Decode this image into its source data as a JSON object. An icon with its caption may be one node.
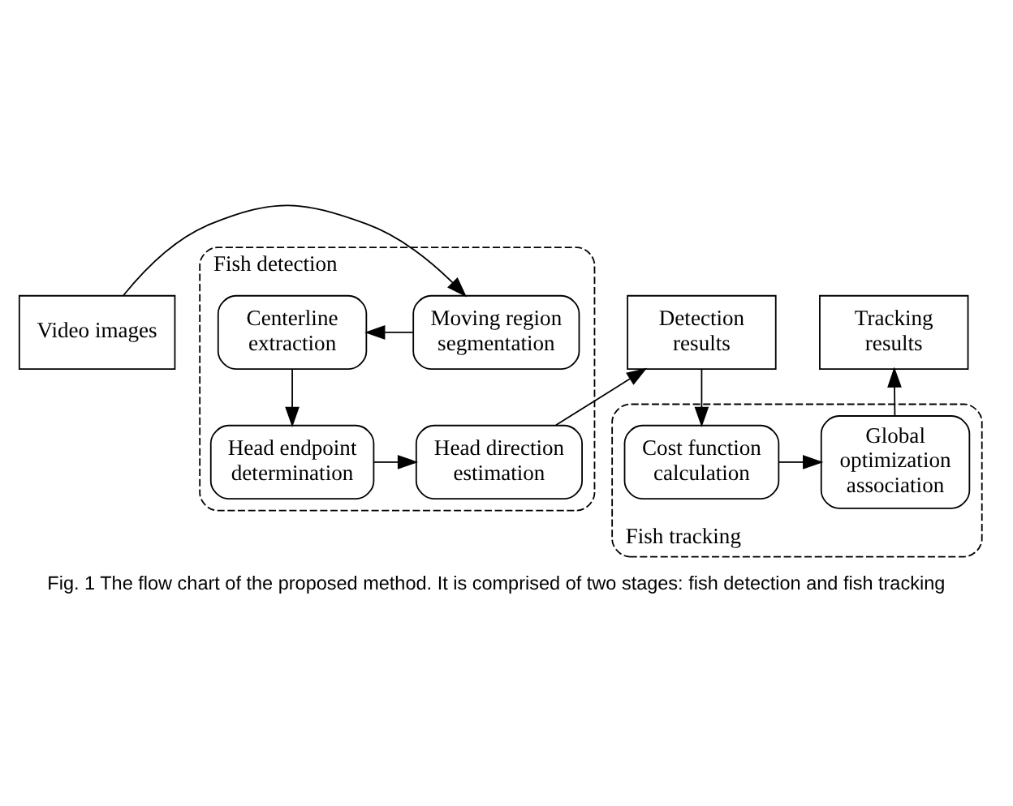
{
  "diagram": {
    "caption": "Fig. 1 The flow chart of the proposed method. It is comprised of two stages: fish detection and fish tracking",
    "nodes": [
      {
        "text": [
          "Video images"
        ]
      },
      {
        "text": [
          "Fish detection"
        ]
      },
      {
        "text": [
          "Moving region segmentation"
        ],
        "in": 1
      },
      {
        "text": [
          "Centerline extraction"
        ],
        "in": 1
      },
      {
        "text": [
          "Head endpoint determination"
        ],
        "in": 1
      },
      {
        "text": [
          "Head direction estimation"
        ],
        "in": 1
      },
      {
        "text": [
          "Detection results"
        ]
      },
      {
        "text": [
          "Fish tracking"
        ]
      },
      {
        "text": [
          "Cost function calculation"
        ],
        "in": 7
      },
      {
        "text": [
          "Global optimization association"
        ],
        "in": 7
      },
      {
        "text": [
          "Tracking results"
        ]
      }
    ],
    "edges": [
      {
        "from": 0,
        "to": 2,
        "arrow": "to"
      },
      {
        "from": 2,
        "to": 3,
        "arrow": "to"
      },
      {
        "from": 3,
        "to": 4,
        "arrow": "to"
      },
      {
        "from": 4,
        "to": 5,
        "arrow": "to"
      },
      {
        "from": 5,
        "to": 6,
        "arrow": "to"
      },
      {
        "from": 6,
        "to": 8,
        "arrow": "to"
      },
      {
        "from": 8,
        "to": 9,
        "arrow": "to"
      },
      {
        "from": 9,
        "to": 10,
        "arrow": "to"
      }
    ]
  }
}
